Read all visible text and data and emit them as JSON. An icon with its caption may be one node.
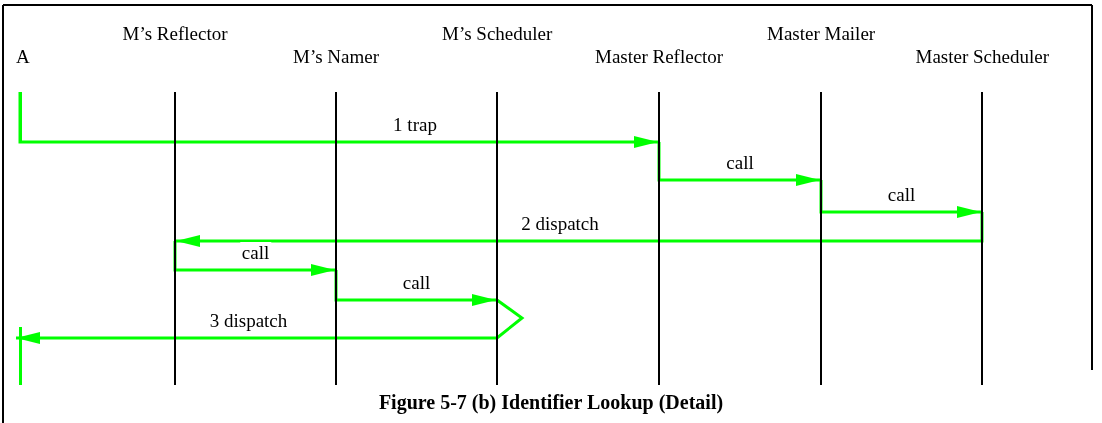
{
  "diagram": {
    "caption": "Figure 5-7 (b) Identifier Lookup (Detail)",
    "nodes": [
      {
        "text": [
          "A"
        ]
      },
      {
        "text": [
          "M’s Reflector"
        ]
      },
      {
        "text": [
          "M’s Namer"
        ]
      },
      {
        "text": [
          "M’s Scheduler"
        ]
      },
      {
        "text": [
          "Master Reflector"
        ]
      },
      {
        "text": [
          "Master Mailer"
        ]
      },
      {
        "text": [
          "Master Scheduler"
        ]
      }
    ],
    "edges": [
      {
        "from": 0,
        "to": 4,
        "arrow": "to",
        "label": "1 trap"
      },
      {
        "from": 4,
        "to": 5,
        "arrow": "to",
        "label": "call"
      },
      {
        "from": 5,
        "to": 6,
        "arrow": "to",
        "label": "call"
      },
      {
        "from": 6,
        "to": 1,
        "arrow": "to",
        "label": "2 dispatch"
      },
      {
        "from": 1,
        "to": 2,
        "arrow": "to",
        "label": "call"
      },
      {
        "from": 2,
        "to": 3,
        "arrow": "to",
        "label": "call"
      },
      {
        "from": 3,
        "to": 0,
        "arrow": "to",
        "label": "3 dispatch"
      }
    ]
  }
}
